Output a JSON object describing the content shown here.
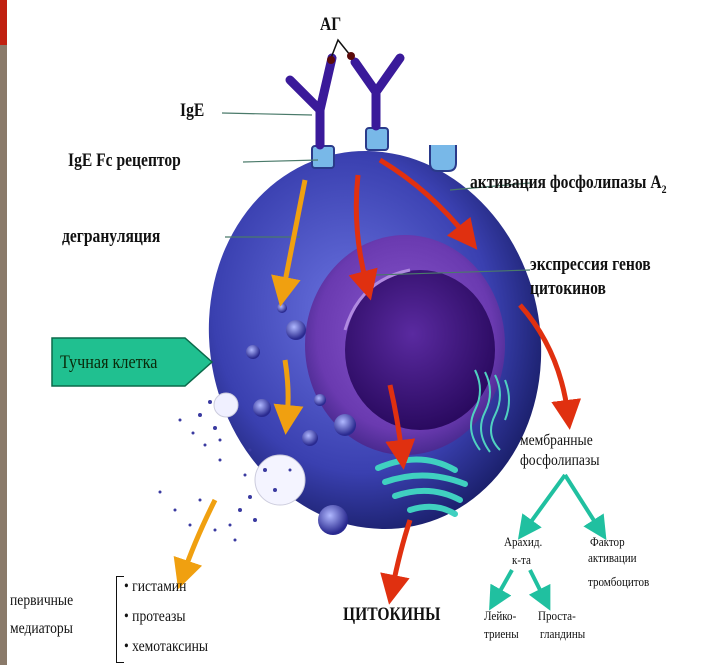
{
  "labels": {
    "antigen": "АГ",
    "ige": "IgE",
    "ige_receptor": "IgE Fc рецептор",
    "phospholipase_activation": "активация фосфолипазы A",
    "phospholipase_subscript": "2",
    "degranulation": "дегрануляция",
    "gene_expression_line1": "экспрессия генов",
    "gene_expression_line2": "цитокинов",
    "mast_cell": "Тучная клетка",
    "membrane_phospholipids_line1": "мембранные",
    "membrane_phospholipids_line2": "фосфолипазы",
    "arachidonic_line1": "Арахид.",
    "arachidonic_line2": "к-та",
    "paf_line1": "Фактор",
    "paf_line2": "активации",
    "paf_line3": "тромбоцитов",
    "leuko_line1": "Лейко-",
    "leuko_line2": "триены",
    "prosta_line1": "Проста-",
    "prosta_line2": "гландины",
    "cytokines": "ЦИТОКИНЫ",
    "primary_mediators_line1": "первичные",
    "primary_mediators_line2": "медиаторы",
    "mediators": [
      "• гистамин",
      "• протеазы",
      "• хемотаксины"
    ]
  },
  "colors": {
    "cell_outer": "#3a3fb0",
    "cell_inner": "#5a3fa8",
    "nucleus": "#3a1a7a",
    "arrow_red": "#e03010",
    "arrow_orange": "#f0a010",
    "arrow_teal": "#20c0a0",
    "mast_box": "#20c090",
    "left_bar": "#c02010"
  }
}
